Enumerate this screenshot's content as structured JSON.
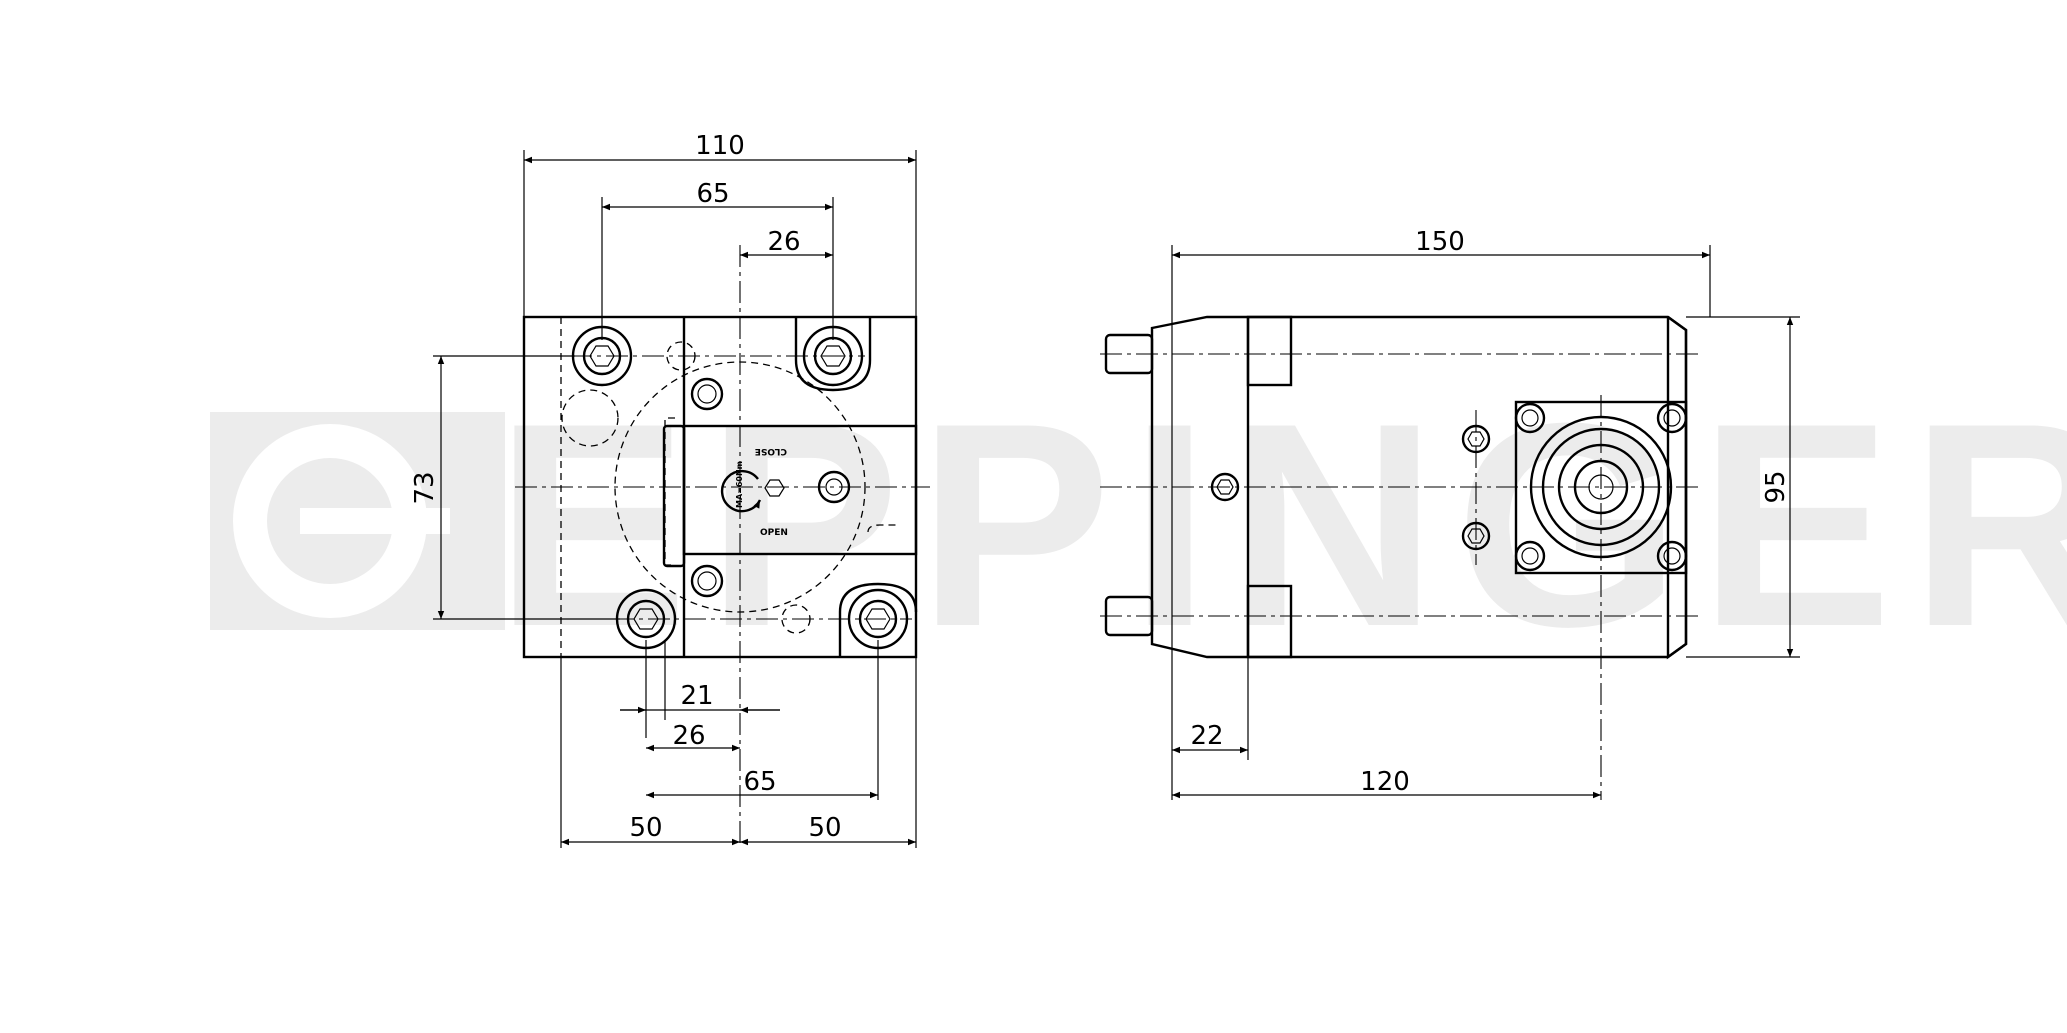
{
  "watermark": {
    "text": "EPPINGER",
    "color": "#ececec"
  },
  "front_view": {
    "dim_top_overall": "110",
    "dim_top_bolt_spacing": "65",
    "dim_top_offset": "26",
    "dim_left_height": "73",
    "dim_bottom_21": "21",
    "dim_bottom_26": "26",
    "dim_bottom_65": "65",
    "dim_bottom_left_50": "50",
    "dim_bottom_right_50": "50",
    "label_close": "CLOSE",
    "label_open": "OPEN",
    "label_torque": "MA=60Nm"
  },
  "side_view": {
    "dim_top_length": "150",
    "dim_right_height": "95",
    "dim_bottom_22": "22",
    "dim_bottom_120": "120"
  }
}
